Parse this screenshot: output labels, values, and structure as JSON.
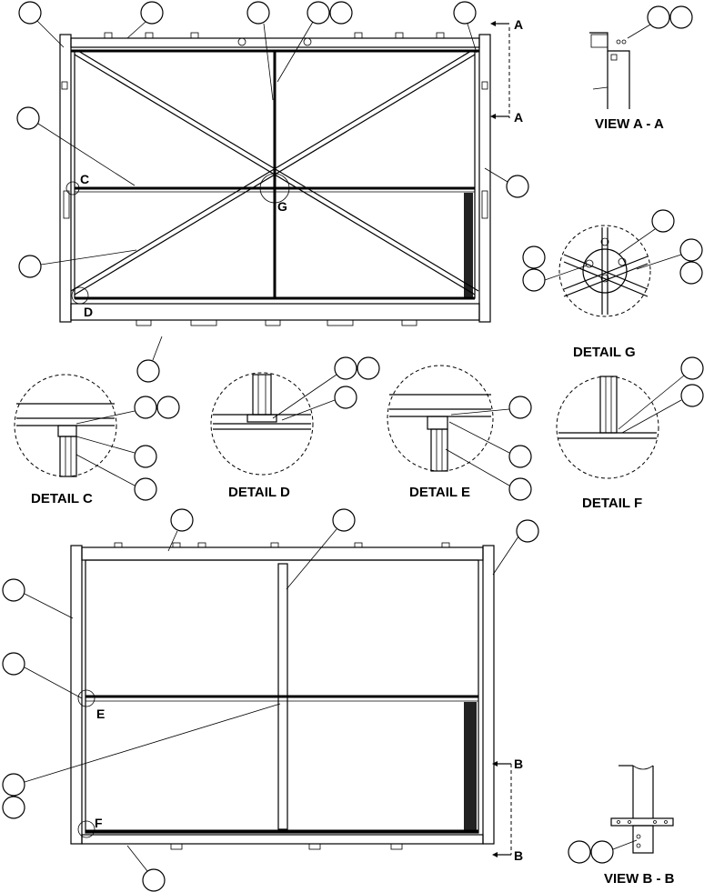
{
  "labels": {
    "view_aa": "VIEW A - A",
    "view_bb": "VIEW B - B",
    "detail_c": "DETAIL C",
    "detail_d": "DETAIL D",
    "detail_e": "DETAIL E",
    "detail_f": "DETAIL F",
    "detail_g": "DETAIL G"
  },
  "markers": {
    "a": "A",
    "b": "B",
    "c": "C",
    "d": "D",
    "e": "E",
    "f": "F",
    "g": "G"
  }
}
